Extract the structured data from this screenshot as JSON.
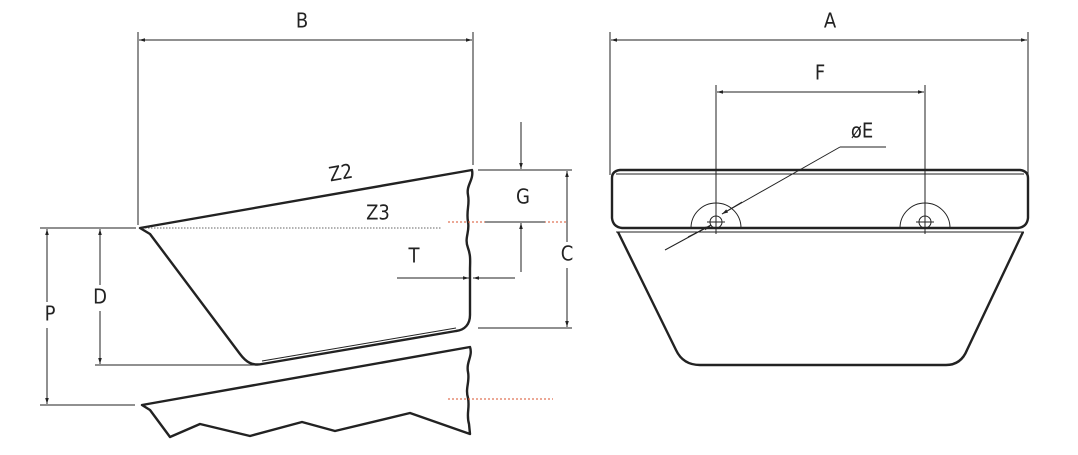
{
  "labels": {
    "A": "A",
    "B": "B",
    "C": "C",
    "D": "D",
    "E": "øE",
    "F": "F",
    "G": "G",
    "P": "P",
    "T": "T",
    "Z2": "Z2",
    "Z3": "Z3"
  },
  "colors": {
    "line": "#222222",
    "centerline": "#d9512c"
  }
}
